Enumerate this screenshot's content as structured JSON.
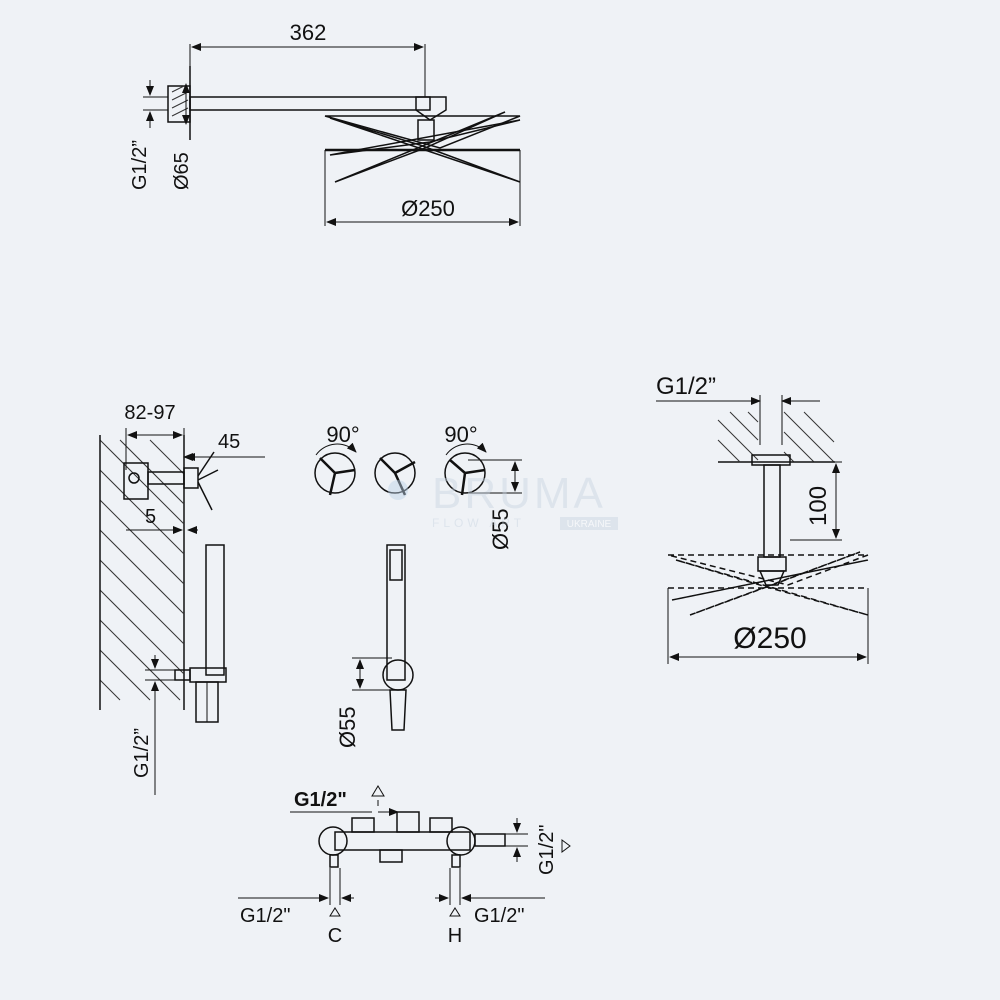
{
  "views": {
    "top_head": {
      "dim_arm_length": "362",
      "dim_thread": "G1/2”",
      "dim_flange": "Ø65",
      "dim_head_diameter": "Ø250"
    },
    "ceiling_head": {
      "dim_thread": "G1/2”",
      "dim_arm_length": "100",
      "dim_head_diameter": "Ø250"
    },
    "side_valve": {
      "dim_depth": "82-97",
      "dim_handle": "45",
      "dim_offset": "5",
      "dim_outlet_thread": "G1/2”"
    },
    "front_handles": {
      "rotation_left": "90°",
      "rotation_right": "90°",
      "dim_handle_diameter": "Ø55"
    },
    "hand_shower": {
      "dim_holder_diameter": "Ø55"
    },
    "body": {
      "top_outlet_thread": "G1/2\"",
      "right_outlet_thread": "G1/2\"",
      "cold_inlet_thread": "G1/2\"",
      "cold_label": "C",
      "hot_inlet_thread": "G1/2\"",
      "hot_label": "H"
    }
  },
  "watermark": {
    "brand": "BRUMA",
    "tagline": "FLOW ART",
    "region": "UKRAINE"
  }
}
